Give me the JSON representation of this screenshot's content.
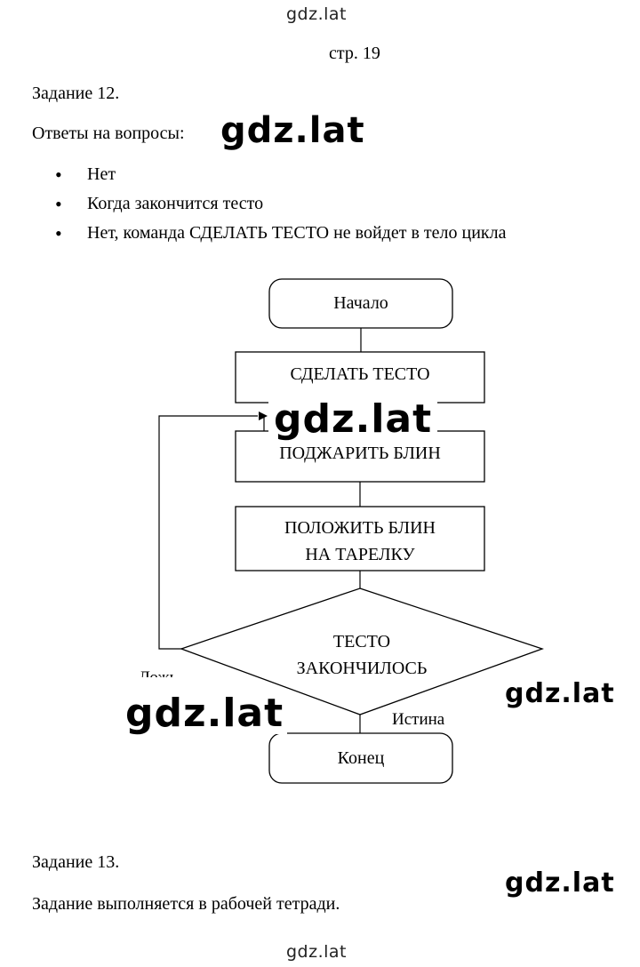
{
  "watermarks": {
    "top": "gdz.lat",
    "bottom": "gdz.lat",
    "big": "gdz.lat",
    "cut": "gdz.lat"
  },
  "page_label": "стр. 19",
  "task12": {
    "title": "Задание 12.",
    "answers_heading": "Ответы на вопросы:",
    "answers": [
      "Нет",
      "Когда закончится тесто",
      "Нет, команда СДЕЛАТЬ ТЕСТО не войдет в тело цикла"
    ]
  },
  "flowchart": {
    "start": "Начало",
    "step1": "СДЕЛАТЬ ТЕСТО",
    "step2": "ПОДЖАРИТЬ  БЛИН",
    "step3_line1": "ПОЛОЖИТЬ БЛИН",
    "step3_line2": "НА ТАРЕЛКУ",
    "cond_line1": "ТЕСТО",
    "cond_line2": "ЗАКОНЧИЛОСЬ",
    "false_label": "Ложь",
    "true_label": "Истина",
    "end": "Конец"
  },
  "task13": {
    "title": "Задание 13.",
    "text": "Задание выполняется в рабочей тетради."
  }
}
